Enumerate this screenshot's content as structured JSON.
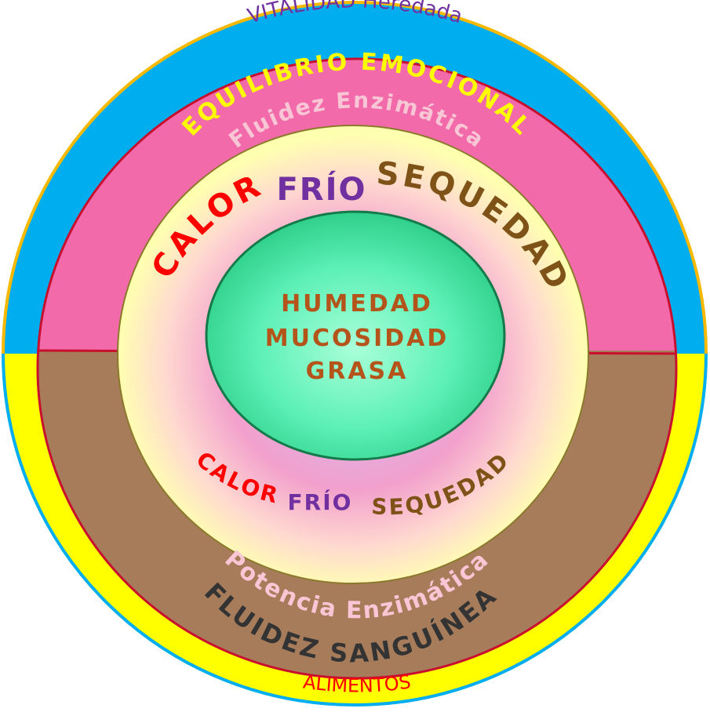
{
  "diagram": {
    "outer_top_label": "VITALIDAD Heredada",
    "outer_bottom_label": "ALIMENTOS",
    "upper_ring": {
      "title": "EQUILIBRIO EMOCIONAL",
      "subtitle": "Fluidez Enzimática"
    },
    "lower_ring": {
      "subtitle": "Potencia Enzimática",
      "title": "FLUIDEZ SANGUÍNEA"
    },
    "middle_ring_top": {
      "word1": "CALOR",
      "word2": "FRÍO",
      "word3": "SEQUEDAD"
    },
    "middle_ring_bottom": {
      "word1": "CALOR",
      "word2": "FRÍO",
      "word3": "SEQUEDAD"
    },
    "core": {
      "line1": "HUMEDAD",
      "line2": "MUCOSIDAD",
      "line3": "GRASA"
    }
  },
  "colors": {
    "outer_top": "#00aeef",
    "outer_bottom": "#ffff00",
    "ring_outline": "#f7b900",
    "upper_ring": "#f26aa9",
    "lower_ring": "#a67c5b",
    "red_outline": "#c8102e",
    "calor": "#ff0000",
    "frio": "#7030a0",
    "sequedad": "#7f5217",
    "core_fill": "#3ee0a0",
    "core_text": "#b5541a",
    "title_yellow": "#ffff00",
    "subtitle_pink": "#f9c6d6",
    "sanguinea": "#333333",
    "alimentos": "#ff0000",
    "vitalidad": "#7030a0"
  }
}
